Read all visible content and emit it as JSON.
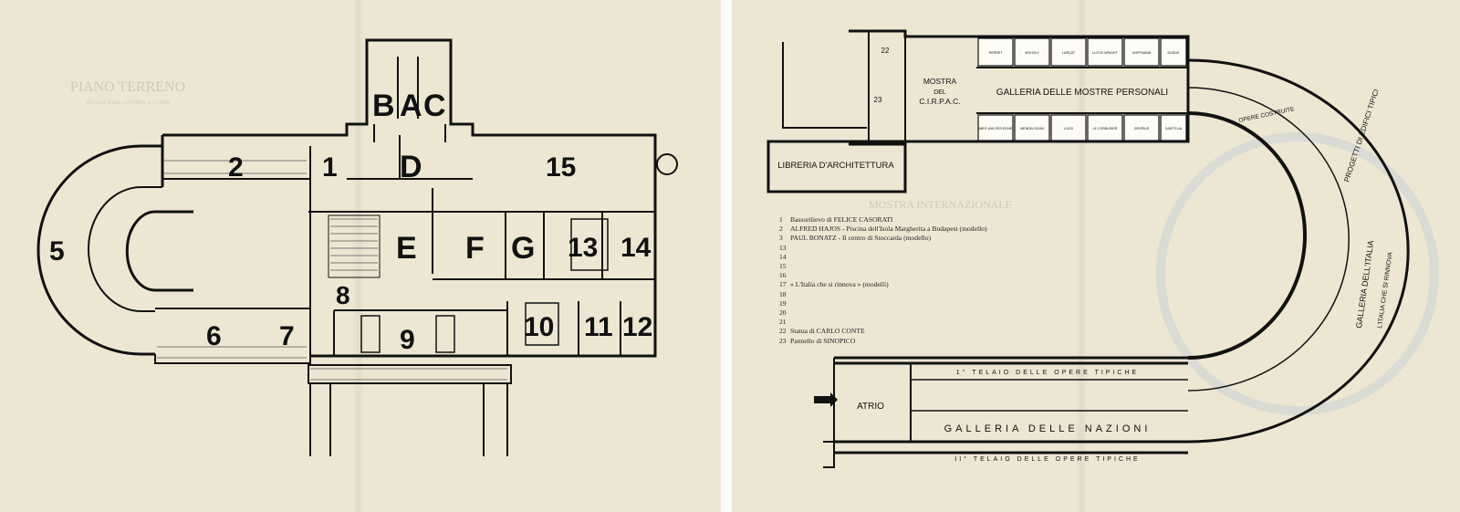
{
  "left_page": {
    "ghost_title": "PIANO TERRENO",
    "ghost_subtitle": "(SCALA DALLA PIANTA A 1:1000)",
    "rooms": [
      "B",
      "A",
      "C",
      "D",
      "E",
      "F",
      "G",
      "1",
      "2",
      "5",
      "6",
      "7",
      "8",
      "9",
      "10",
      "11",
      "12",
      "13",
      "14",
      "15"
    ]
  },
  "right_page": {
    "labels": {
      "mostra_line1": "MOSTRA",
      "mostra_line2": "DEL",
      "mostra_line3": "C.I.R.P.A.C.",
      "galleria_personali": "GALLERIA DELLE MOSTRE PERSONALI",
      "libreria": "LIBRERIA D'ARCHITETTURA",
      "atrio": "ATRIO",
      "galleria_nazioni": "GALLERIA DELLE NAZIONI",
      "telaio_top": "1° TELAIO DELLE OPERE TIPICHE",
      "telaio_bottom": "II° TELAIO DELLE OPERE TIPICHE",
      "progetti_italia": "PROGETTI DI EDIFICI TIPICI",
      "galleria_italia": "GALLERIA DELL'ITALIA",
      "italia_rinnova": "L'ITALIA CHE SI RINNOVA",
      "opere_costruite": "OPERE COSTRUITE",
      "room_22": "22",
      "room_23": "23"
    },
    "personal_rooms_top": [
      "PERRET",
      "MOHOLY",
      "LURÇAT",
      "LLOYD WRIGHT",
      "HOFFMANN",
      "DUDOK"
    ],
    "personal_rooms_bottom": [
      "MIES VAN DER ROHE",
      "MENDELSOHN",
      "LOOS",
      "LE CORBUSIER",
      "GROPIUS",
      "SANT'ELIA"
    ],
    "ghost_title": "MOSTRA INTERNAZIONALE",
    "legend": [
      {
        "n": "1",
        "text": "Bassorilievo di FELICE CASORATI"
      },
      {
        "n": "2",
        "text": "ALFRED HAJOS - Piscina dell'Isola Margherita a Budapest (modello)"
      },
      {
        "n": "3",
        "text": "PAUL BONATZ - Il centro di Stoccarda (modello)"
      },
      {
        "n": "13",
        "text": ""
      },
      {
        "n": "14",
        "text": ""
      },
      {
        "n": "15",
        "text": ""
      },
      {
        "n": "16",
        "text": ""
      },
      {
        "n": "17",
        "text": "« L'Italia che si rinnova » (modelli)"
      },
      {
        "n": "18",
        "text": ""
      },
      {
        "n": "19",
        "text": ""
      },
      {
        "n": "20",
        "text": ""
      },
      {
        "n": "21",
        "text": ""
      },
      {
        "n": "22",
        "text": "Statua di CARLO CONTE"
      },
      {
        "n": "23",
        "text": "Pannello di SINOPICO"
      }
    ]
  }
}
